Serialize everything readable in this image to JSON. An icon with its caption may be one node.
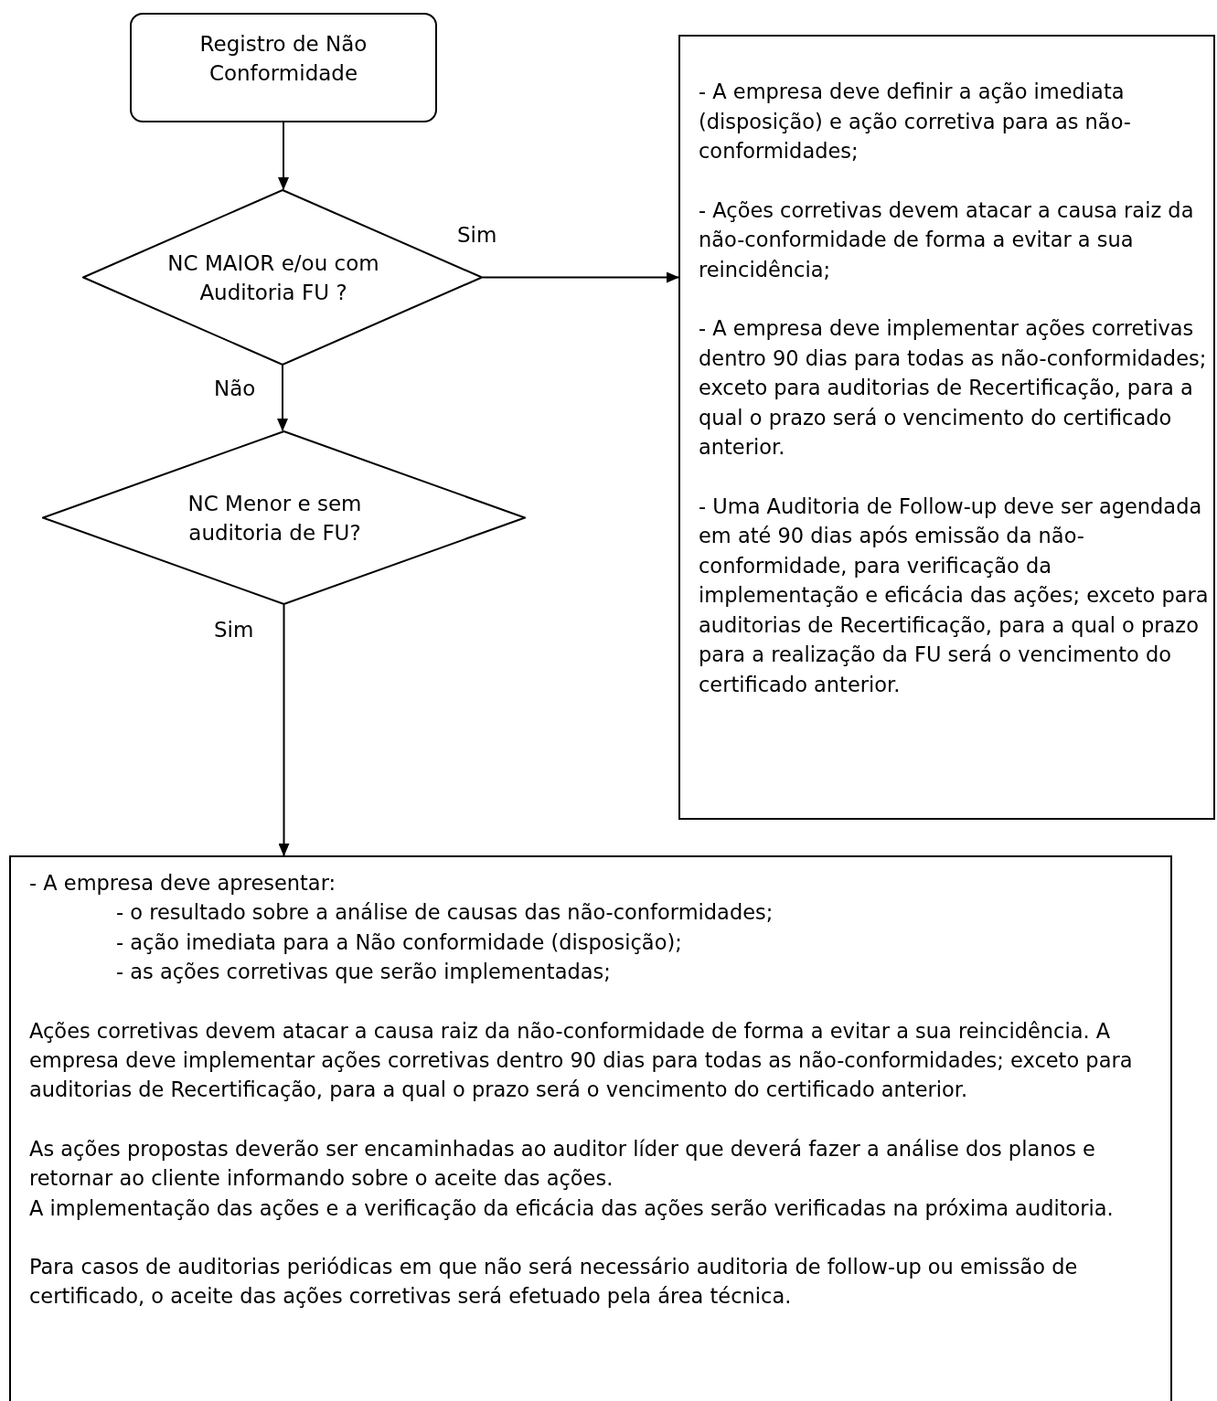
{
  "diagram": {
    "nodes": [
      {
        "text": [
          "Registro de Não Conformidade"
        ]
      },
      {
        "text": [
          "NC MAIOR e/ou com Auditoria  FU ?"
        ]
      },
      {
        "text": [
          "NC Menor e sem auditoria de FU?"
        ]
      },
      {
        "text": [
          "- A empresa deve definir a ação imediata (disposição) e ação corretiva para as não-conformidades;",
          "- Ações corretivas devem atacar a causa raiz da não-conformidade de forma a evitar a sua reincidência;",
          "- A empresa deve implementar ações corretivas dentro 90 dias para todas as não-conformidades; exceto para auditorias de Recertificação, para a qual o prazo será o vencimento do certificado anterior.",
          "-  Uma Auditoria de Follow-up deve ser agendada em até 90 dias após emissão da não-conformidade, para verificação da implementação e eficácia das ações; exceto para auditorias de Recertificação, para a qual o prazo para a realização da FU será o vencimento do certificado anterior."
        ]
      },
      {
        "text": [
          "- A empresa deve apresentar:",
          "- o resultado sobre a análise de causas das não-conformidades;",
          "-  ação imediata para a Não conformidade  (disposição);",
          "-  as ações corretivas que serão implementadas;",
          "Ações corretivas devem atacar a causa raiz da não-conformidade de forma a evitar a sua reincidência. A empresa deve implementar ações corretivas dentro 90 dias para todas as não-conformidades; exceto para auditorias de Recertificação, para a qual o prazo será o vencimento do certificado anterior.",
          "As ações propostas deverão ser encaminhadas ao auditor líder que deverá fazer a análise dos planos e retornar ao cliente informando sobre o aceite das ações.",
          "A implementação das ações e a verificação da eficácia das ações serão verificadas na próxima auditoria.",
          "Para casos de auditorias periódicas em que não será necessário auditoria de follow-up ou emissão de certificado, o aceite das ações corretivas será efetuado pela área técnica."
        ]
      }
    ],
    "edges": [
      {
        "from": 0,
        "to": 1,
        "arrow": "to"
      },
      {
        "from": 1,
        "to": 3,
        "arrow": "to",
        "label": "Sim"
      },
      {
        "from": 1,
        "to": 2,
        "arrow": "to",
        "label": "Não"
      },
      {
        "from": 2,
        "to": 4,
        "arrow": "to",
        "label": "Sim"
      }
    ]
  }
}
